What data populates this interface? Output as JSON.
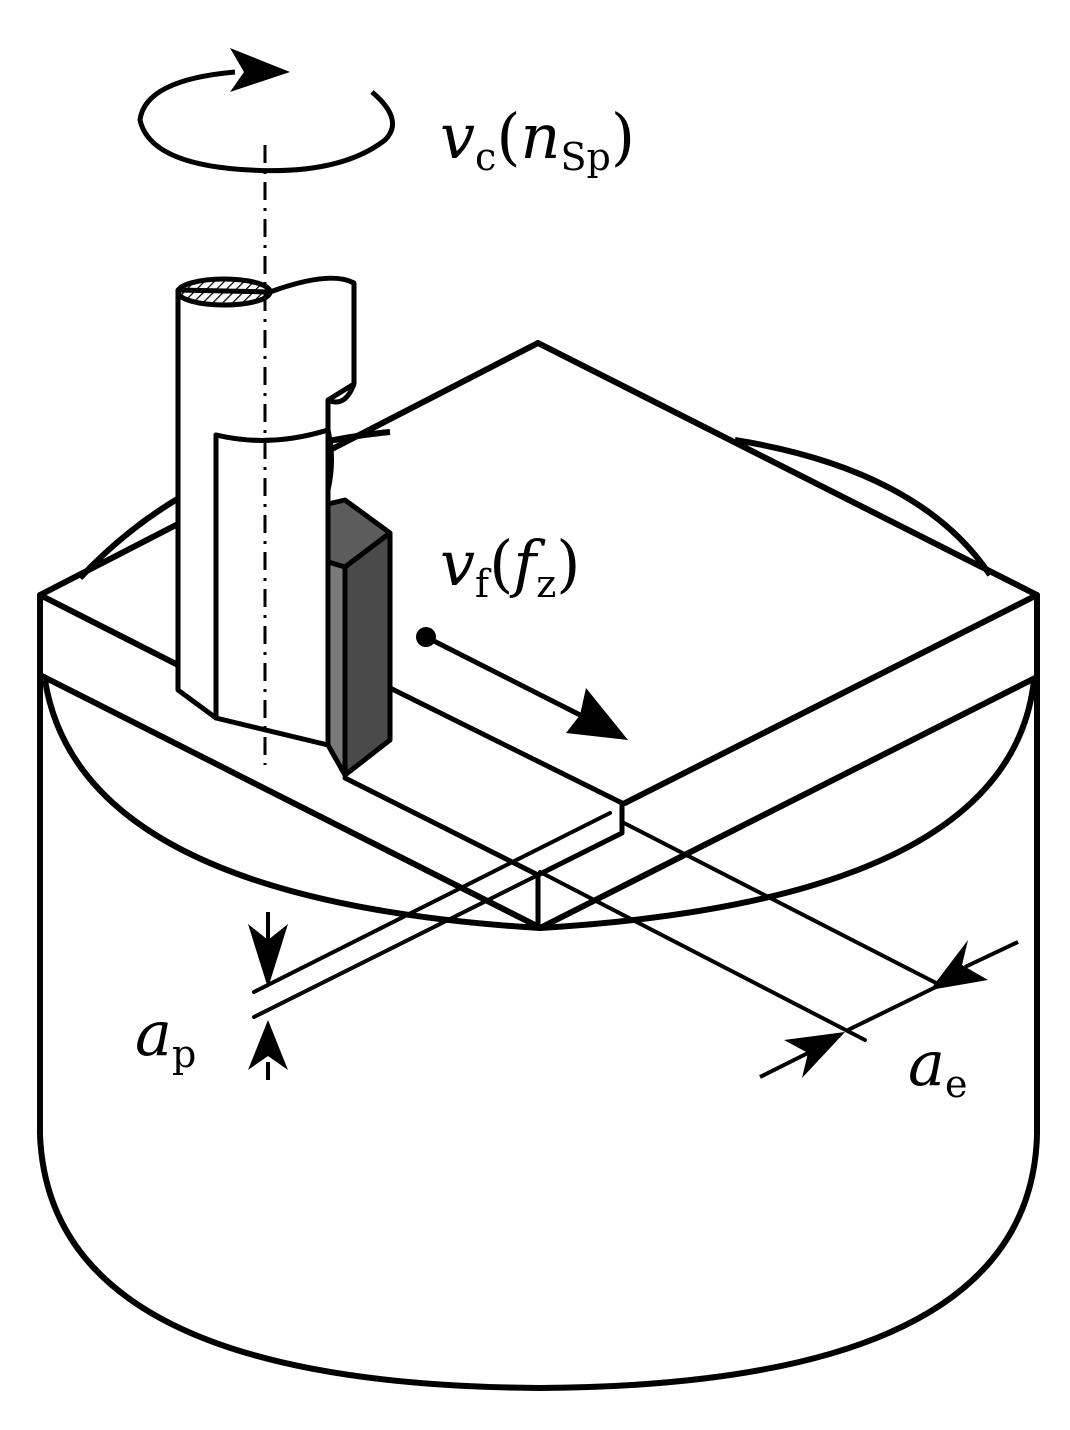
{
  "labels": {
    "cutting_speed": {
      "symbol": "v",
      "sub": "c",
      "paren_symbol": "n",
      "paren_sub": "Sp"
    },
    "feed_velocity": {
      "symbol": "v",
      "sub": "f",
      "paren_symbol": "f",
      "paren_sub": "z"
    },
    "depth_of_cut": {
      "symbol": "a",
      "sub": "p"
    },
    "width_of_cut": {
      "symbol": "a",
      "sub": "e"
    }
  },
  "colors": {
    "stroke": "#000000",
    "background": "#ffffff",
    "chip_front": "#4a4a4a",
    "chip_top": "#5c5c5c",
    "chip_side": "#7a7a7a"
  }
}
